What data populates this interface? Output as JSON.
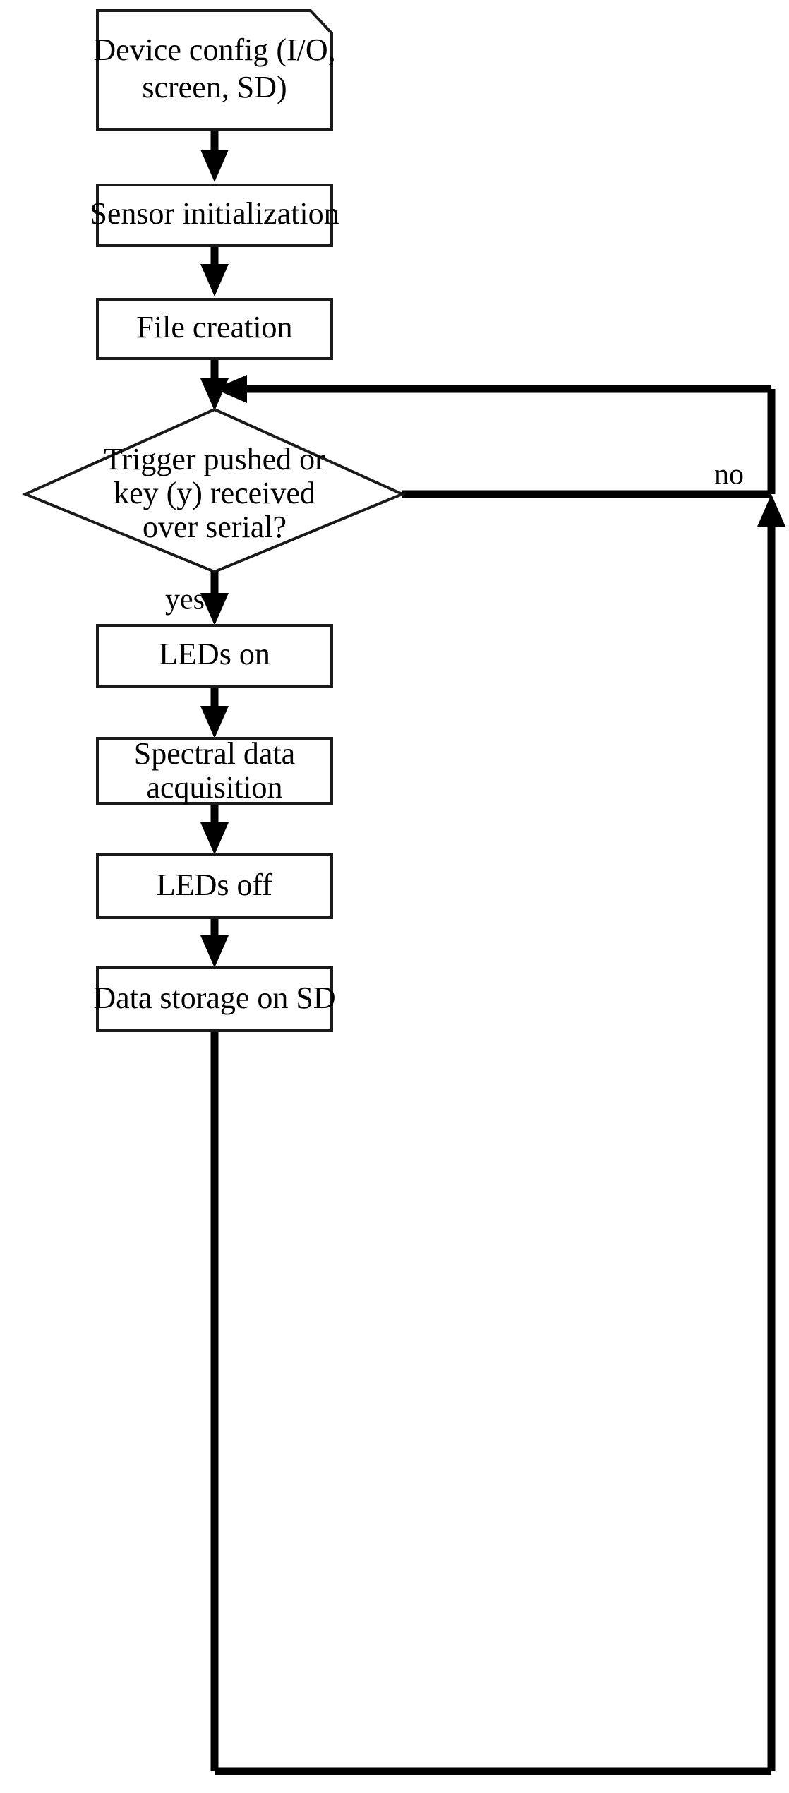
{
  "diagram": {
    "type": "flowchart",
    "title": "",
    "orientation": "top-to-bottom",
    "background_color": "#ffffff",
    "line_color": "#000000",
    "shape_fill": "#ffffff",
    "shape_stroke": "#1a1a1a",
    "nodes": [
      {
        "id": "device-config",
        "shape": "document-cut-corner",
        "lines": [
          "Device config (I/O,",
          "screen, SD)"
        ]
      },
      {
        "id": "sensor-init",
        "shape": "rectangle",
        "lines": [
          "Sensor initialization"
        ]
      },
      {
        "id": "file-creation",
        "shape": "rectangle",
        "lines": [
          "File creation"
        ]
      },
      {
        "id": "trigger-decision",
        "shape": "diamond",
        "lines": [
          "Trigger pushed or",
          "key (y) received",
          "over serial?"
        ]
      },
      {
        "id": "leds-on",
        "shape": "rectangle",
        "lines": [
          "LEDs on"
        ]
      },
      {
        "id": "spectral-acquisition",
        "shape": "rectangle",
        "lines": [
          "Spectral data",
          "acquisition"
        ]
      },
      {
        "id": "leds-off",
        "shape": "rectangle",
        "lines": [
          "LEDs off"
        ]
      },
      {
        "id": "data-storage",
        "shape": "rectangle",
        "lines": [
          "Data storage on SD"
        ]
      }
    ],
    "edge_labels": {
      "decision_yes": "yes",
      "decision_no": "no"
    },
    "edges": [
      {
        "from": "device-config",
        "to": "sensor-init",
        "label": ""
      },
      {
        "from": "sensor-init",
        "to": "file-creation",
        "label": ""
      },
      {
        "from": "file-creation",
        "to": "trigger-decision",
        "label": ""
      },
      {
        "from": "trigger-decision",
        "to": "leds-on",
        "label": "yes"
      },
      {
        "from": "trigger-decision",
        "to": "trigger-decision",
        "label": "no"
      },
      {
        "from": "leds-on",
        "to": "spectral-acquisition",
        "label": ""
      },
      {
        "from": "spectral-acquisition",
        "to": "leds-off",
        "label": ""
      },
      {
        "from": "leds-off",
        "to": "data-storage",
        "label": ""
      },
      {
        "from": "data-storage",
        "to": "trigger-decision",
        "label": ""
      }
    ]
  }
}
